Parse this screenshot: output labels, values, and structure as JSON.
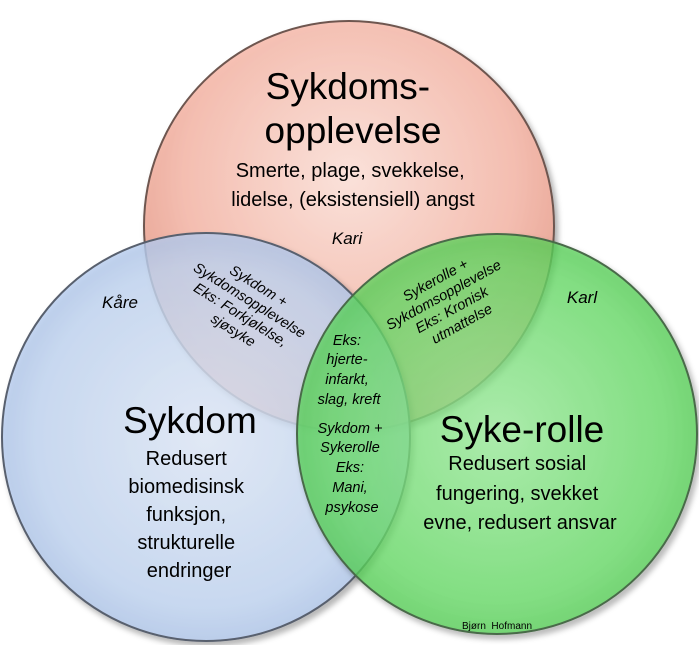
{
  "circles": {
    "experience": {
      "title_lines": [
        "Sykdoms-",
        "opplevelse"
      ],
      "description_lines": [
        "Smerte, plage, svekkelse,",
        "lidelse, (eksistensiell) angst"
      ],
      "person": "Kari",
      "color": "#f4b6a6"
    },
    "disease": {
      "title_lines": [
        "Sykdom"
      ],
      "description_lines": [
        "Redusert",
        "biomedisinsk",
        "funksjon,",
        "strukturelle",
        "endringer"
      ],
      "person": "Kåre",
      "color": "#b9d0f0"
    },
    "sick_role": {
      "title_lines": [
        "Syke-rolle"
      ],
      "description_lines": [
        "Redusert sosial",
        "fungering, svekket",
        "evne, redusert ansvar"
      ],
      "person": "Karl",
      "color": "#5fdc5f"
    }
  },
  "overlaps": {
    "disease_experience": [
      "Sykdom +",
      "Sykdomsopplevelse",
      "Eks: Forkjølelse,",
      "sjøsyke"
    ],
    "role_experience": [
      "Sykerolle +",
      "Sykdomsopplevelse",
      "Eks: Kronisk",
      "utmattelse"
    ],
    "center": [
      "Eks:",
      "hjerte-",
      "infarkt,",
      "slag, kreft"
    ],
    "disease_role": [
      "Sykdom +",
      "Sykerolle",
      "Eks:",
      "Mani,",
      "psykose"
    ]
  },
  "credit": "Bjørn  Hofmann"
}
